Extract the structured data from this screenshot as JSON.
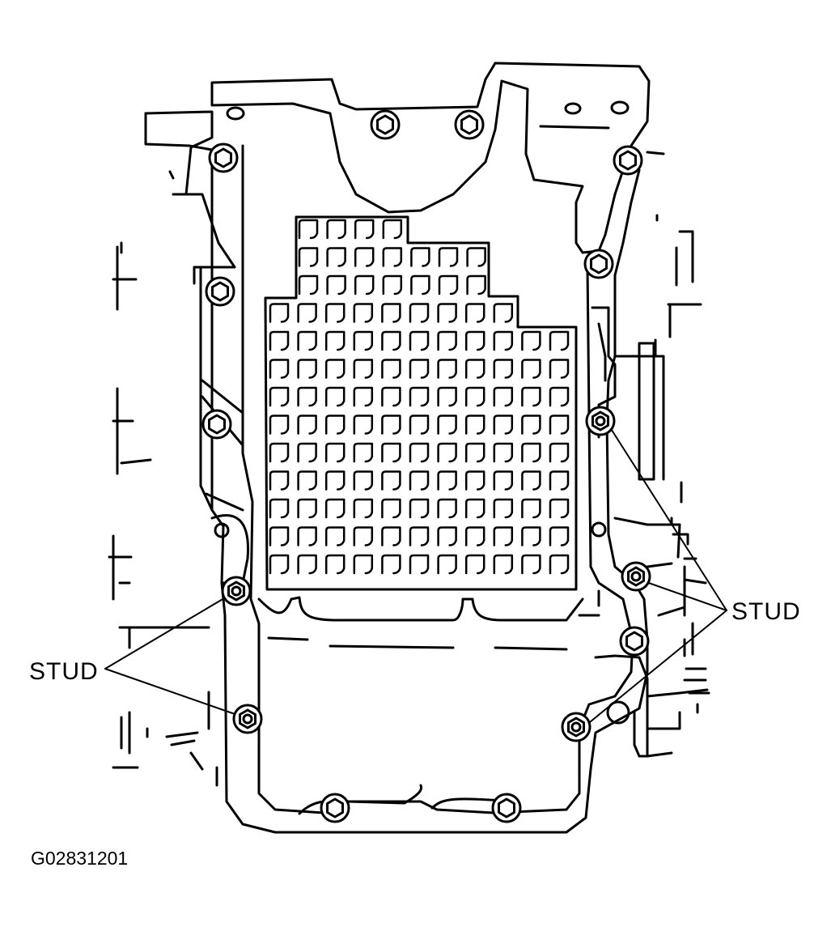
{
  "labels": {
    "stud_left": "STUD",
    "stud_right": "STUD",
    "figure_id": "G02831201"
  },
  "colors": {
    "line": "#000000",
    "background": "#ffffff"
  },
  "icons": {
    "bolt": "hex-bolt-icon",
    "stud": "stud-icon"
  }
}
